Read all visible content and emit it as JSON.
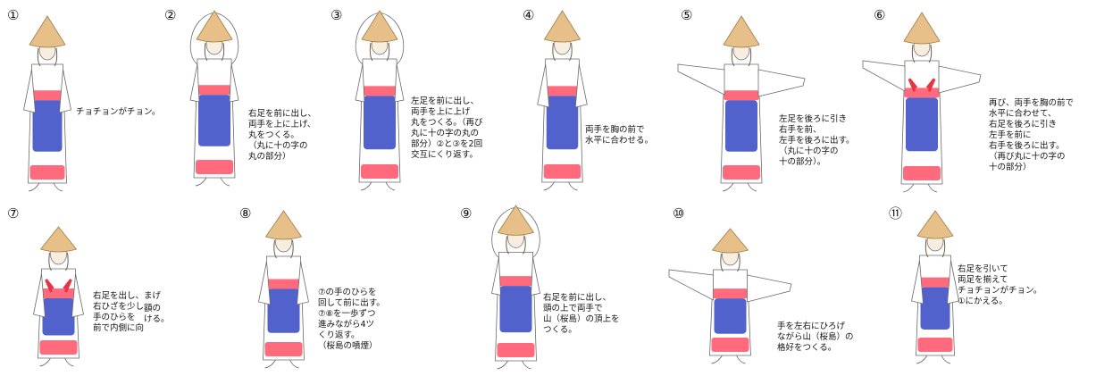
{
  "colors": {
    "hat": "#e7c089",
    "hat_stroke": "#9c7a45",
    "robe": "#ffffff",
    "robe_stroke": "#6b6b6b",
    "sash_red": "#ff5a6e",
    "apron_blue": "#3f51c7",
    "skin": "#f8eee0",
    "hair": "#6e5b45",
    "ribbon": "#e83246"
  },
  "steps": [
    {
      "num": "①",
      "caption": "チョチョンがチョン。"
    },
    {
      "num": "②",
      "caption": "右足を前に出し、\n両手を上に上げ、\n丸をつくる。\n（丸に十の字の\n丸の部分）"
    },
    {
      "num": "③",
      "caption": "左足を前に出し、\n両手を上に上げ\n丸をつくる。（再び\n丸に十の字の丸の\n部分）②と③を2回\n交互にくり返す。"
    },
    {
      "num": "④",
      "caption": "両手を胸の前で\n水平に合わせる。"
    },
    {
      "num": "⑤",
      "caption": "左足を後ろに引き\n右手を前、\n左手を後ろに出す。\n（丸に十の字の\n十の部分）。"
    },
    {
      "num": "⑥",
      "caption": "再び、両手を胸の前で\n水平に合わせて、\n右足を後ろに引き\n左手を前に\n右手を後ろに出す。\n（再び丸に十の字の\n十の部分）"
    },
    {
      "num": "⑦",
      "caption_a": "右足を出し、まげ\n右ひざを少し\n手のひらを\n前で内側に向",
      "caption_b": "額の\nける。"
    },
    {
      "num": "⑧",
      "caption": "⑦の手のひらを\n回して前に出す。\n⑦⑧を一歩ずつ\n進みながら4ツ\nくり返す。\n（桜島の噴煙）"
    },
    {
      "num": "⑨",
      "caption": "右足を前に出し、\n頭の上で両手で\n山（桜島）の頂上を\nつくる。"
    },
    {
      "num": "⑩",
      "caption": "手を左右にひろげ\nながら山（桜島）の\n格好をつくる。"
    },
    {
      "num": "⑪",
      "caption": "右足を引いて\n両足を揃えて\nチョチョンがチョン。\n①にかえる。"
    }
  ]
}
